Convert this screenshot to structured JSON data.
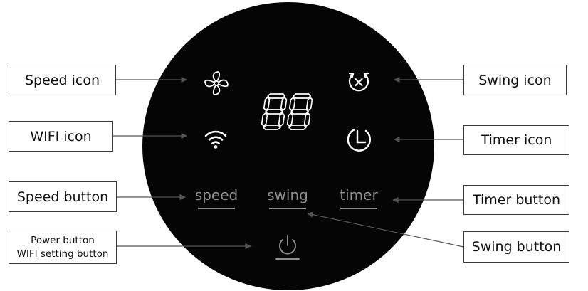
{
  "callouts": {
    "speed_icon": "Speed icon",
    "wifi_icon": "WIFI icon",
    "speed_button": "Speed button",
    "power_button_line1": "Power button",
    "power_button_line2": "WIFI setting button",
    "swing_icon": "Swing icon",
    "timer_icon": "Timer icon",
    "timer_button": "Timer button",
    "swing_button": "Swing button"
  },
  "panel": {
    "display_digits": "88",
    "speed_label": "speed",
    "swing_label": "swing",
    "timer_label": "timer"
  },
  "colors": {
    "panel": "#050505",
    "icon": "#ffffff",
    "button_text": "#8d8d8d",
    "callout_border": "#3a3a3a",
    "leader_line": "#555555"
  },
  "icons": [
    "fan-icon",
    "wifi-icon",
    "swing-icon",
    "timer-icon",
    "power-icon"
  ]
}
